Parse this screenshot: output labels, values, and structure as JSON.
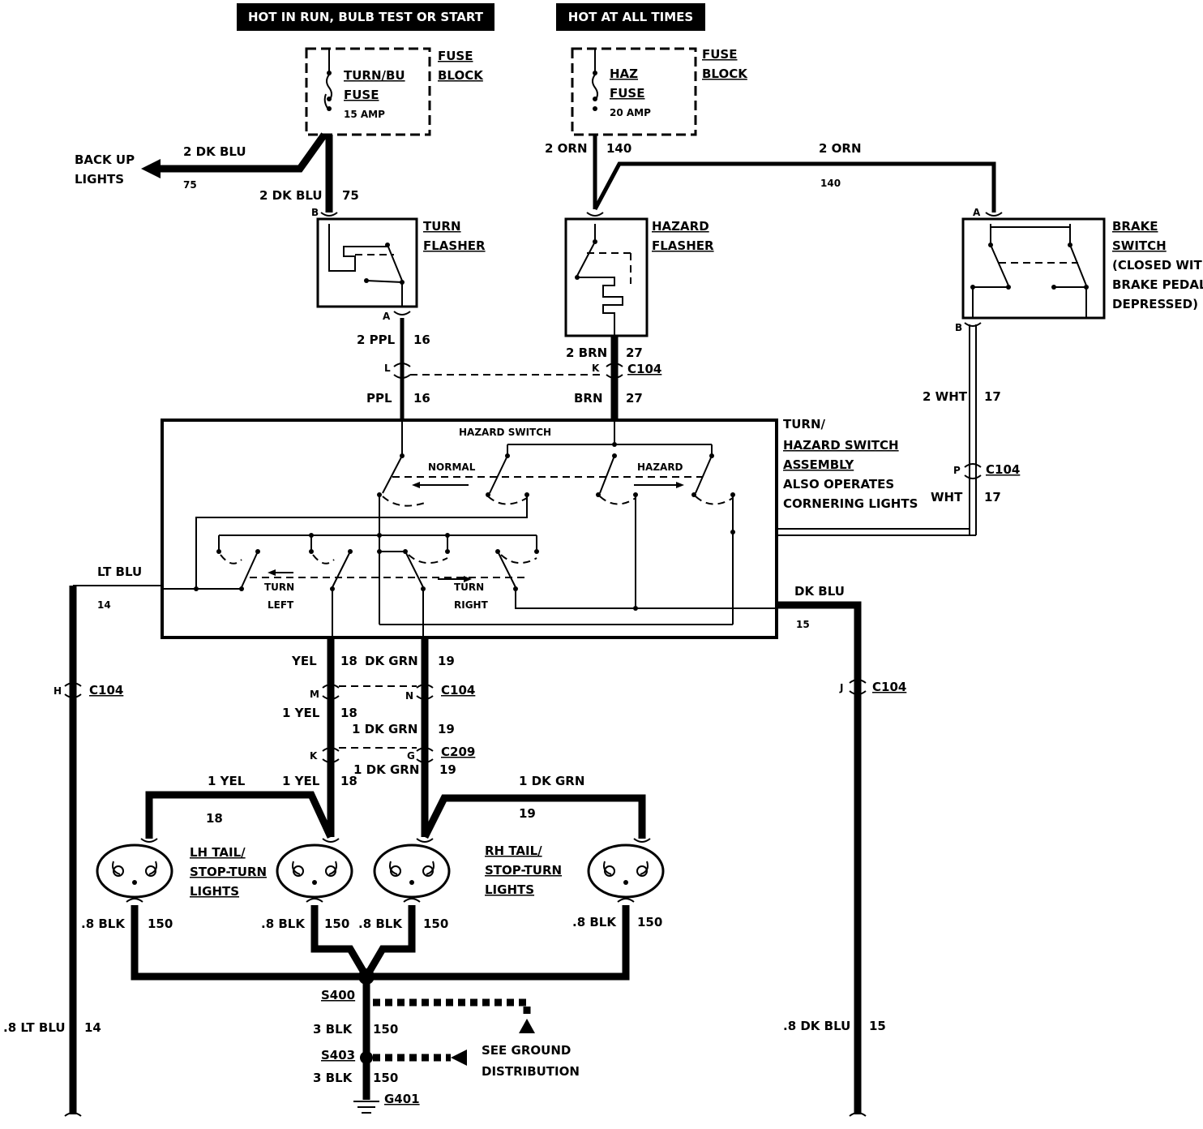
{
  "headers": {
    "hot_run": "HOT IN RUN, BULB TEST OR START",
    "hot_all": "HOT AT ALL TIMES"
  },
  "fuse_turn": {
    "line1": "TURN/BU",
    "line2": "FUSE",
    "amp": "15 AMP",
    "block1": "FUSE",
    "block2": "BLOCK"
  },
  "fuse_haz": {
    "line1": "HAZ",
    "line2": "FUSE",
    "amp": "20 AMP",
    "block1": "FUSE",
    "block2": "BLOCK"
  },
  "backup": {
    "line1": "BACK UP",
    "line2": "LIGHTS",
    "wire": "2 DK BLU",
    "circuit": "75"
  },
  "turn_feed": {
    "wire": "2 DK BLU",
    "circuit": "75",
    "pin_top": "B",
    "pin_bot": "A"
  },
  "turn_flasher": {
    "line1": "TURN",
    "line2": "FLASHER"
  },
  "hazard_flasher": {
    "line1": "HAZARD",
    "line2": "FLASHER"
  },
  "haz_feed": {
    "wire": "2 ORN",
    "circuit": "140"
  },
  "orn_run": {
    "wire": "2 ORN",
    "circuit": "140"
  },
  "brake_switch": {
    "line1": "BRAKE",
    "line2": "SWITCH",
    "line3": "(CLOSED WITH",
    "line4": "BRAKE PEDAL",
    "line5": "DEPRESSED)",
    "pin_top": "A",
    "pin_bot": "B"
  },
  "ppl": {
    "wire_top": "2 PPL",
    "circuit": "16",
    "pin": "L",
    "wire_bot": "PPL"
  },
  "brn": {
    "wire_top": "2 BRN",
    "circuit": "27",
    "pin": "K",
    "connector": "C104",
    "wire_bot": "BRN"
  },
  "wht": {
    "wire_top": "2 WHT",
    "circuit": "17",
    "pin": "P",
    "connector": "C104",
    "wire_bot": "WHT"
  },
  "assembly": {
    "line1": "TURN/",
    "line2": "HAZARD SWITCH",
    "line3": "ASSEMBLY",
    "line4": "ALSO OPERATES",
    "line5": "CORNERING LIGHTS"
  },
  "switch_labels": {
    "hazard_switch": "HAZARD SWITCH",
    "normal": "NORMAL",
    "hazard": "HAZARD",
    "turn_left_1": "TURN",
    "turn_left_2": "LEFT",
    "turn_right_1": "TURN",
    "turn_right_2": "RIGHT"
  },
  "lt_blu": {
    "wire": "LT BLU",
    "circuit": "14",
    "pin": "H",
    "connector": "C104",
    "wire_bot": ".8 LT BLU",
    "circuit_bot": "14"
  },
  "dk_blu": {
    "wire": "DK BLU",
    "circuit": "15",
    "pin": "J",
    "connector": "C104",
    "wire_bot": ".8 DK BLU",
    "circuit_bot": "15"
  },
  "yel": {
    "wire": "YEL",
    "circuit": "18",
    "pin_m": "M",
    "wire2": "1 YEL",
    "circuit2": "18",
    "pin_k": "K",
    "wire3": "1 YEL",
    "circuit3": "18",
    "wire4": "1 YEL",
    "circuit4": "18"
  },
  "grn": {
    "wire": "DK GRN",
    "circuit": "19",
    "pin_n": "N",
    "connector1": "C104",
    "wire2": "1 DK GRN",
    "circuit2": "19",
    "pin_g": "G",
    "connector2": "C209",
    "wire3": "1 DK GRN",
    "circuit3": "19",
    "wire4": "1 DK GRN",
    "circuit4": "19"
  },
  "lh_lights": {
    "line1": "LH TAIL/",
    "line2": "STOP-TURN",
    "line3": "LIGHTS"
  },
  "rh_lights": {
    "line1": "RH TAIL/",
    "line2": "STOP-TURN",
    "line3": "LIGHTS"
  },
  "ground": {
    "blk": ".8 BLK",
    "circuit": "150",
    "splice1": "S400",
    "wire3": "3 BLK",
    "circuit3": "150",
    "splice2": "S403",
    "g": "G401",
    "see1": "SEE GROUND",
    "see2": "DISTRIBUTION"
  }
}
